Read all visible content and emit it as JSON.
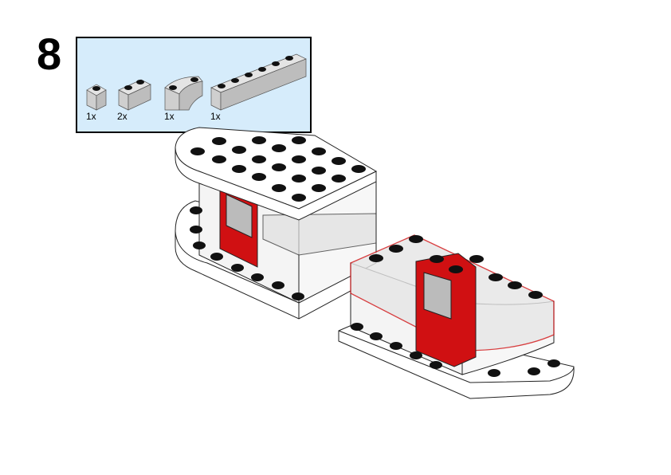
{
  "step": {
    "number": "8"
  },
  "parts_list": {
    "background_color": "#d6ecfb",
    "parts": [
      {
        "icon": "trans-clear-brick-1x1-icon",
        "quantity": "1x"
      },
      {
        "icon": "trans-clear-brick-1x2-icon",
        "quantity": "2x"
      },
      {
        "icon": "trans-clear-round-corner-brick-icon",
        "quantity": "1x"
      },
      {
        "icon": "trans-clear-brick-1x6-icon",
        "quantity": "1x"
      }
    ]
  },
  "colors": {
    "door_red": "#d01012",
    "trans_clear": "#c8c8c8",
    "highlight_outline": "#d01012"
  }
}
